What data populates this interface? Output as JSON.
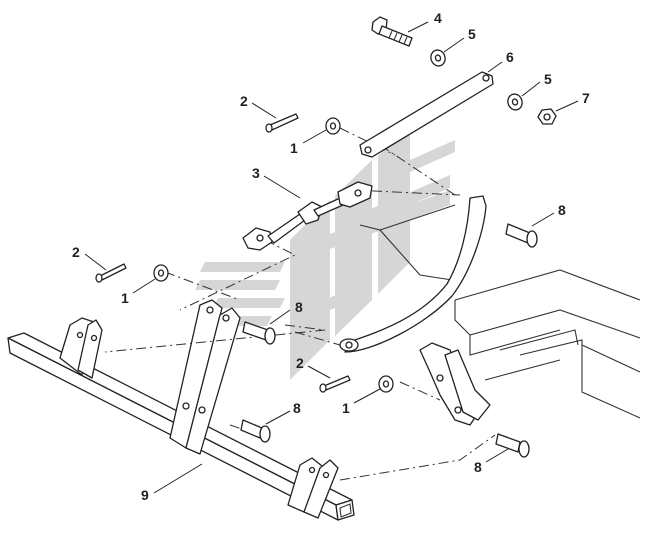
{
  "diagram": {
    "type": "exploded-parts-view",
    "callouts": [
      {
        "id": "c4",
        "label": "4"
      },
      {
        "id": "c5a",
        "label": "5"
      },
      {
        "id": "c6",
        "label": "6"
      },
      {
        "id": "c5b",
        "label": "5"
      },
      {
        "id": "c7",
        "label": "7"
      },
      {
        "id": "c2a",
        "label": "2"
      },
      {
        "id": "c1a",
        "label": "1"
      },
      {
        "id": "c3",
        "label": "3"
      },
      {
        "id": "c8a",
        "label": "8"
      },
      {
        "id": "c2b",
        "label": "2"
      },
      {
        "id": "c1b",
        "label": "1"
      },
      {
        "id": "c8b",
        "label": "8"
      },
      {
        "id": "c2c",
        "label": "2"
      },
      {
        "id": "c1c",
        "label": "1"
      },
      {
        "id": "c8c",
        "label": "8"
      },
      {
        "id": "c8d",
        "label": "8"
      },
      {
        "id": "c9",
        "label": "9"
      }
    ],
    "colors": {
      "line": "#222222",
      "watermark": "#d4d4d4",
      "background": "#ffffff"
    }
  }
}
